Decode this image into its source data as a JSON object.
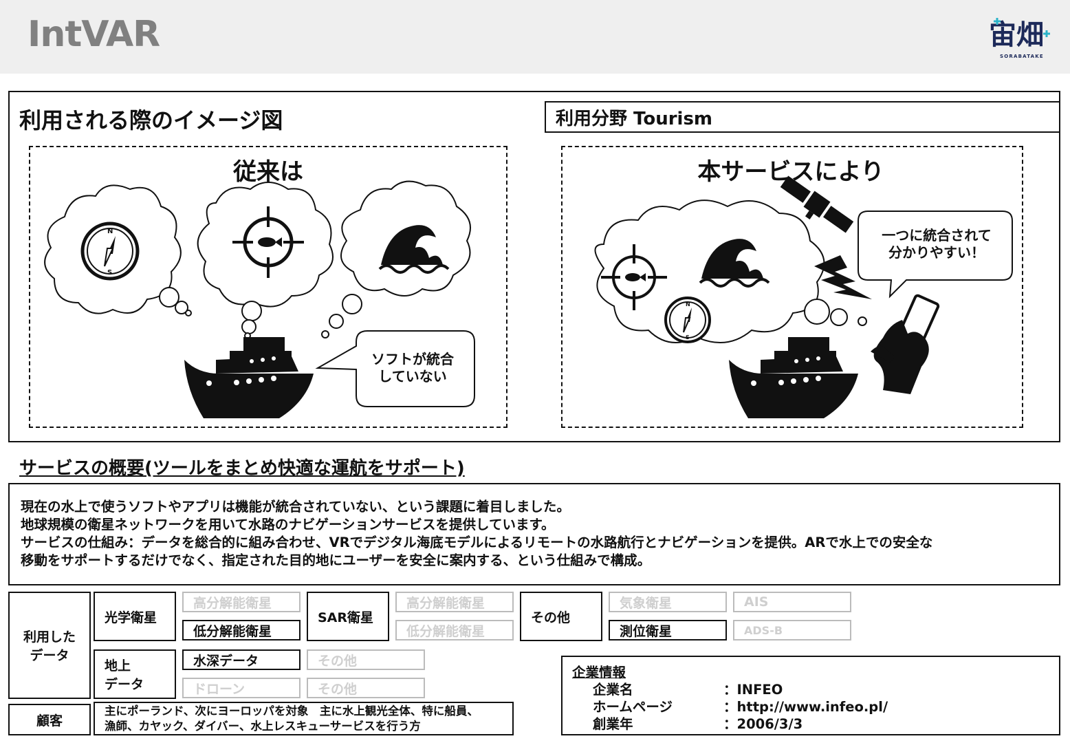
{
  "header": {
    "title": "IntVAR",
    "logo_text": "SORABATAKE",
    "logo_glyphs": "宙畑"
  },
  "image_section": {
    "title": "利用される際のイメージ図",
    "field_label": "利用分野 Tourism",
    "before": {
      "title": "従来は",
      "bubble_line1": "ソフトが統合",
      "bubble_line2": "していない"
    },
    "after": {
      "title": "本サービスにより",
      "bubble_line1": "一つに統合されて",
      "bubble_line2": "分かりやすい！"
    },
    "icons": [
      "compass-icon",
      "fish-target-icon",
      "wave-icon",
      "ship-icon",
      "satellite-icon",
      "lightning-icon",
      "smartphone-hand-icon"
    ]
  },
  "overview": {
    "title": "サービスの概要(ツールをまとめ快適な運航をサポート)",
    "lines": [
      "現在の水上で使うソフトやアプリは機能が統合されていない、という課題に着目しました。",
      "地球規模の衛星ネットワークを用いて水路のナビゲーションサービスを提供しています。",
      "サービスの仕組み：データを総合的に組み合わせ、VRでデジタル海底モデルによるリモートの水路航行とナビゲーションを提供。ARで水上での安全な",
      "移動をサポートするだけでなく、指定された目的地にユーザーを安全に案内する、という仕組みで構成。"
    ]
  },
  "data_used": {
    "label_line1": "利用した",
    "label_line2": "データ",
    "optical": {
      "label": "光学衛星",
      "high": "高分解能衛星",
      "low": "低分解能衛星"
    },
    "sar": {
      "label": "SAR衛星",
      "high": "高分解能衛星",
      "low": "低分解能衛星"
    },
    "other": {
      "label": "その他",
      "weather": "気象衛星",
      "positioning": "測位衛星",
      "ais": "AIS",
      "adsb": "ADS-B"
    },
    "ground": {
      "label_line1": "地上",
      "label_line2": "データ",
      "depth": "水深データ",
      "drone": "ドローン",
      "other1": "その他",
      "other2": "その他"
    }
  },
  "customer": {
    "label": "顧客",
    "line1": "主にポーランド、次にヨーロッパを対象　主に水上観光全体、特に船員、",
    "line2": "漁師、カヤック、ダイバー、水上レスキューサービスを行う方"
  },
  "company": {
    "title": "企業情報",
    "rows": [
      {
        "key": "企業名",
        "value": "：INFEO"
      },
      {
        "key": "ホームページ",
        "value": "：http://www.infeo.pl/"
      },
      {
        "key": "創業年",
        "value": "：2006/3/3"
      }
    ]
  },
  "colors": {
    "header_bg": "#efefef",
    "title_gray": "#808080",
    "logo_navy": "#1d2a5a",
    "logo_cyan": "#2bb3c9",
    "faded": "#cfcfcf"
  }
}
